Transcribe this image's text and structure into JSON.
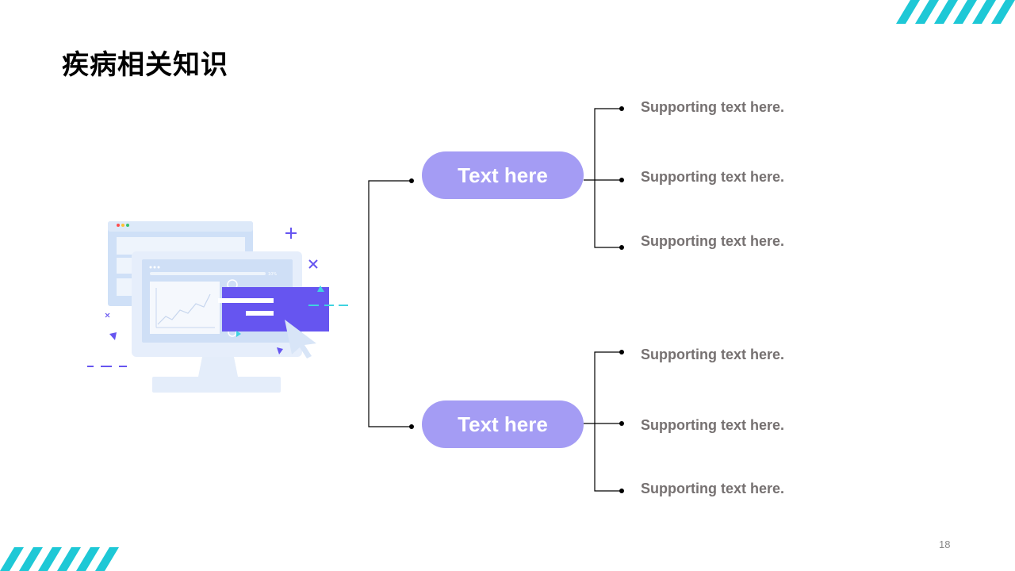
{
  "title": "疾病相关知识",
  "colors": {
    "accent_cyan": "#1ec8d6",
    "pill": "#a49cf4",
    "illustration_purple": "#6655f0",
    "support_text": "#767171"
  },
  "branches": [
    {
      "label": "Text here",
      "items": [
        "Supporting text here.",
        "Supporting text here.",
        "Supporting text here."
      ]
    },
    {
      "label": "Text here",
      "items": [
        "Supporting text here.",
        "Supporting text here.",
        "Supporting text here."
      ]
    }
  ],
  "illustration": {
    "icon": "computer-monitor-chart-illustration",
    "gauge_label": "10%"
  },
  "page_number": "18"
}
